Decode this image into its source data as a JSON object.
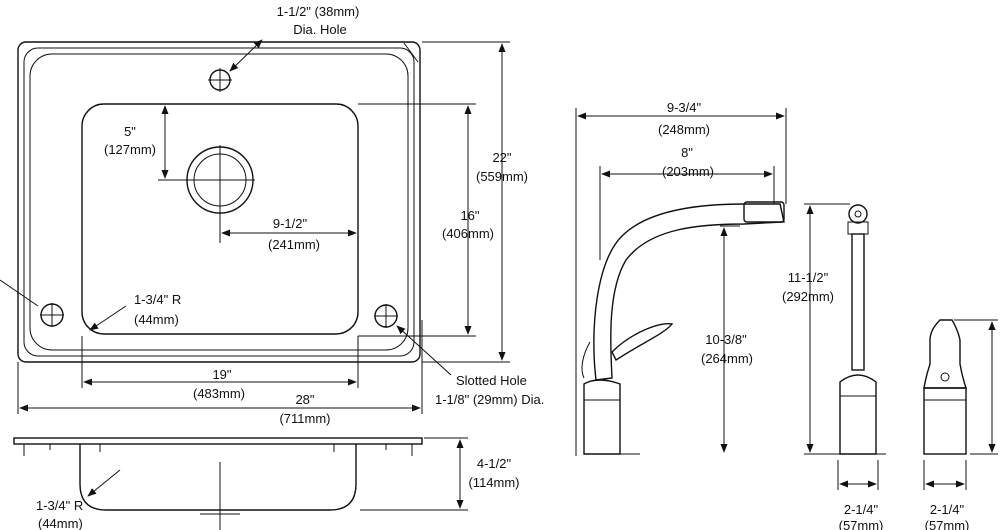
{
  "labels": {
    "dia_hole_size": "1-1/2\" (38mm)",
    "dia_hole_text": "Dia. Hole",
    "drain_offset_in": "5\"",
    "drain_offset_mm": "(127mm)",
    "drain_to_side_in": "9-1/2\"",
    "drain_to_side_mm": "(241mm)",
    "bowl_length_in": "16\"",
    "bowl_length_mm": "(406mm)",
    "overall_length_in": "22\"",
    "overall_length_mm": "(559mm)",
    "corner_radius_in": "1-3/4\" R",
    "corner_radius_mm": "(44mm)",
    "bowl_width_in": "19\"",
    "bowl_width_mm": "(483mm)",
    "overall_width_in": "28\"",
    "overall_width_mm": "(711mm)",
    "slotted_hole": "Slotted Hole",
    "slotted_hole_size": "1-1/8\" (29mm) Dia.",
    "depth_in": "4-1/2\"",
    "depth_mm": "(114mm)",
    "side_radius_in": "1-3/4\" R",
    "side_radius_mm": "(44mm)",
    "spout_reach_in": "9-3/4\"",
    "spout_reach_mm": "(248mm)",
    "spout_inner_in": "8\"",
    "spout_inner_mm": "(203mm)",
    "spout_height_in": "10-3/8\"",
    "spout_height_mm": "(264mm)",
    "side_spray_height_in": "11-1/2\"",
    "side_spray_height_mm": "(292mm)",
    "spray_base_in": "2-1/4\"",
    "spray_base_mm": "(57mm)",
    "handle_base_in": "2-1/4\"",
    "handle_base_mm": "(57mm)"
  }
}
